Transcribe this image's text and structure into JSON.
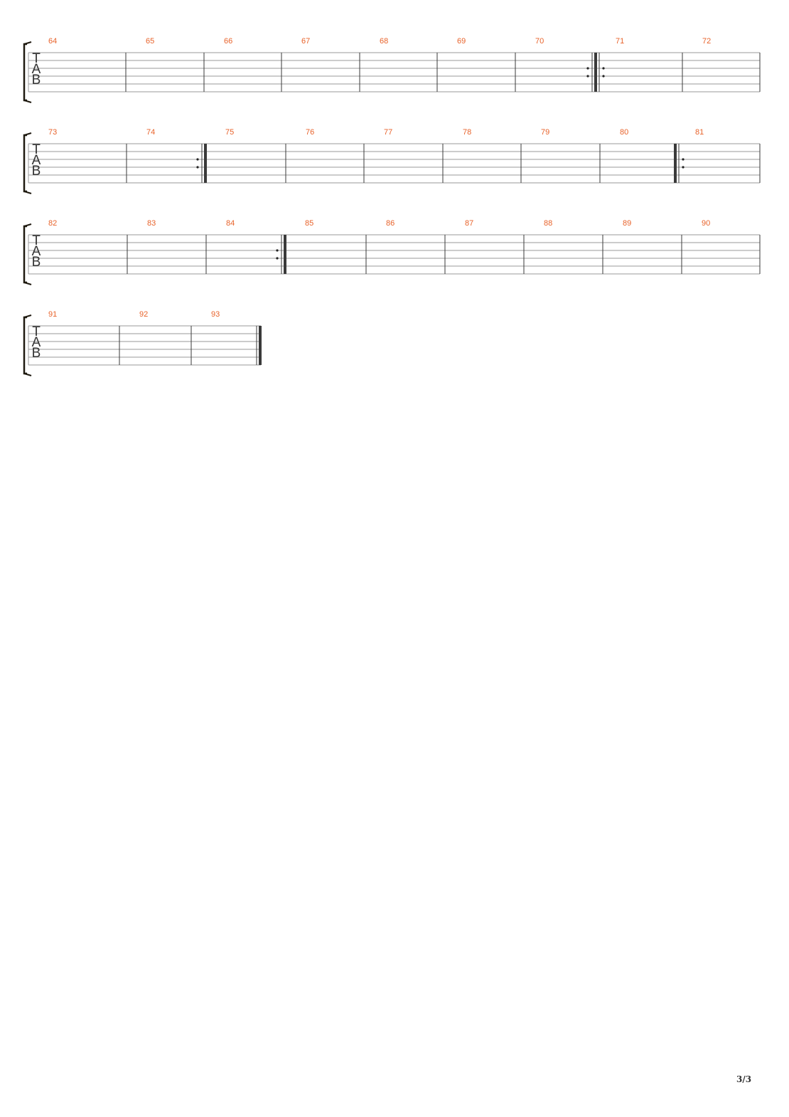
{
  "tab": {
    "clef_letters": [
      "T",
      "A",
      "B"
    ],
    "colors": {
      "measure_number": "#e8632b",
      "staff_line": "#9a9a9a",
      "barline": "#3a3a3a",
      "bracket": "#1f1a10"
    },
    "systems": [
      {
        "measures": [
          {
            "number": "64"
          },
          {
            "number": "65"
          },
          {
            "number": "66"
          },
          {
            "number": "67"
          },
          {
            "number": "68"
          },
          {
            "number": "69"
          },
          {
            "number": "70",
            "repeat_end": true
          },
          {
            "number": "71",
            "repeat_start": true
          },
          {
            "number": "72"
          }
        ]
      },
      {
        "measures": [
          {
            "number": "73"
          },
          {
            "number": "74",
            "repeat_end": true
          },
          {
            "number": "75"
          },
          {
            "number": "76"
          },
          {
            "number": "77"
          },
          {
            "number": "78"
          },
          {
            "number": "79"
          },
          {
            "number": "80"
          },
          {
            "number": "81",
            "repeat_start": true
          }
        ]
      },
      {
        "measures": [
          {
            "number": "82"
          },
          {
            "number": "83"
          },
          {
            "number": "84",
            "repeat_end": true
          },
          {
            "number": "85"
          },
          {
            "number": "86"
          },
          {
            "number": "87"
          },
          {
            "number": "88"
          },
          {
            "number": "89"
          },
          {
            "number": "90"
          }
        ]
      },
      {
        "measures": [
          {
            "number": "91"
          },
          {
            "number": "92"
          },
          {
            "number": "93",
            "final_barline": true
          }
        ]
      }
    ]
  },
  "footer": {
    "page_number": "3/3"
  }
}
